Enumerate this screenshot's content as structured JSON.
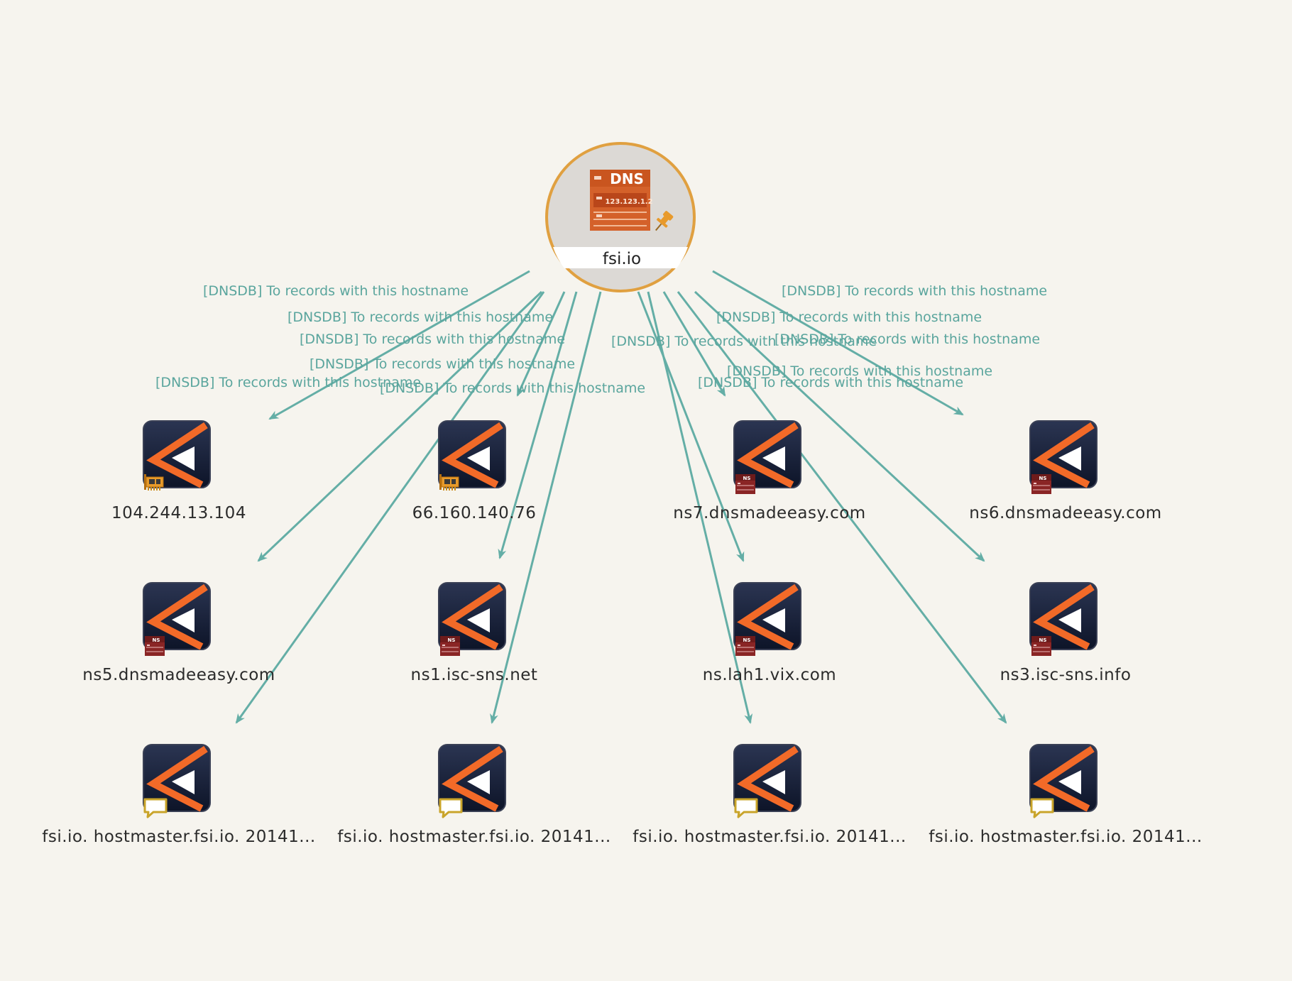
{
  "root": {
    "label": "fsi.io",
    "icon": "dns-server-icon",
    "pin": "pin-icon",
    "icon_text": "DNS",
    "icon_subtext": "123.123.1.2"
  },
  "edge_label": "[DNSDB] To records with this hostname",
  "nodes": [
    {
      "label": "104.244.13.104",
      "badge": "ip-network-card"
    },
    {
      "label": "66.160.140.76",
      "badge": "ip-network-card"
    },
    {
      "label": "ns7.dnsmadeeasy.com",
      "badge": "ns-server"
    },
    {
      "label": "ns6.dnsmadeeasy.com",
      "badge": "ns-server"
    },
    {
      "label": "ns5.dnsmadeeasy.com",
      "badge": "ns-server"
    },
    {
      "label": "ns1.isc-sns.net",
      "badge": "ns-server"
    },
    {
      "label": "ns.lah1.vix.com",
      "badge": "ns-server"
    },
    {
      "label": "ns3.isc-sns.info",
      "badge": "ns-server"
    },
    {
      "label": "fsi.io. hostmaster.fsi.io. 20141...",
      "badge": "soa-comment"
    },
    {
      "label": "fsi.io. hostmaster.fsi.io. 20141...",
      "badge": "soa-comment"
    },
    {
      "label": "fsi.io. hostmaster.fsi.io. 20141...",
      "badge": "soa-comment"
    },
    {
      "label": "fsi.io. hostmaster.fsi.io. 20141...",
      "badge": "soa-comment"
    }
  ],
  "badge_ns_text": "NS",
  "colors": {
    "edge": "#64aea6",
    "edge_label": "#5aa59d",
    "root_ring": "#e0a040",
    "dns_icon": "#d4612a",
    "node_bg": "#16203a",
    "node_chevron": "#f26a28",
    "ns_badge": "#8a2525",
    "ip_badge": "#e79a2a",
    "soa_badge": "#c9a42a"
  }
}
